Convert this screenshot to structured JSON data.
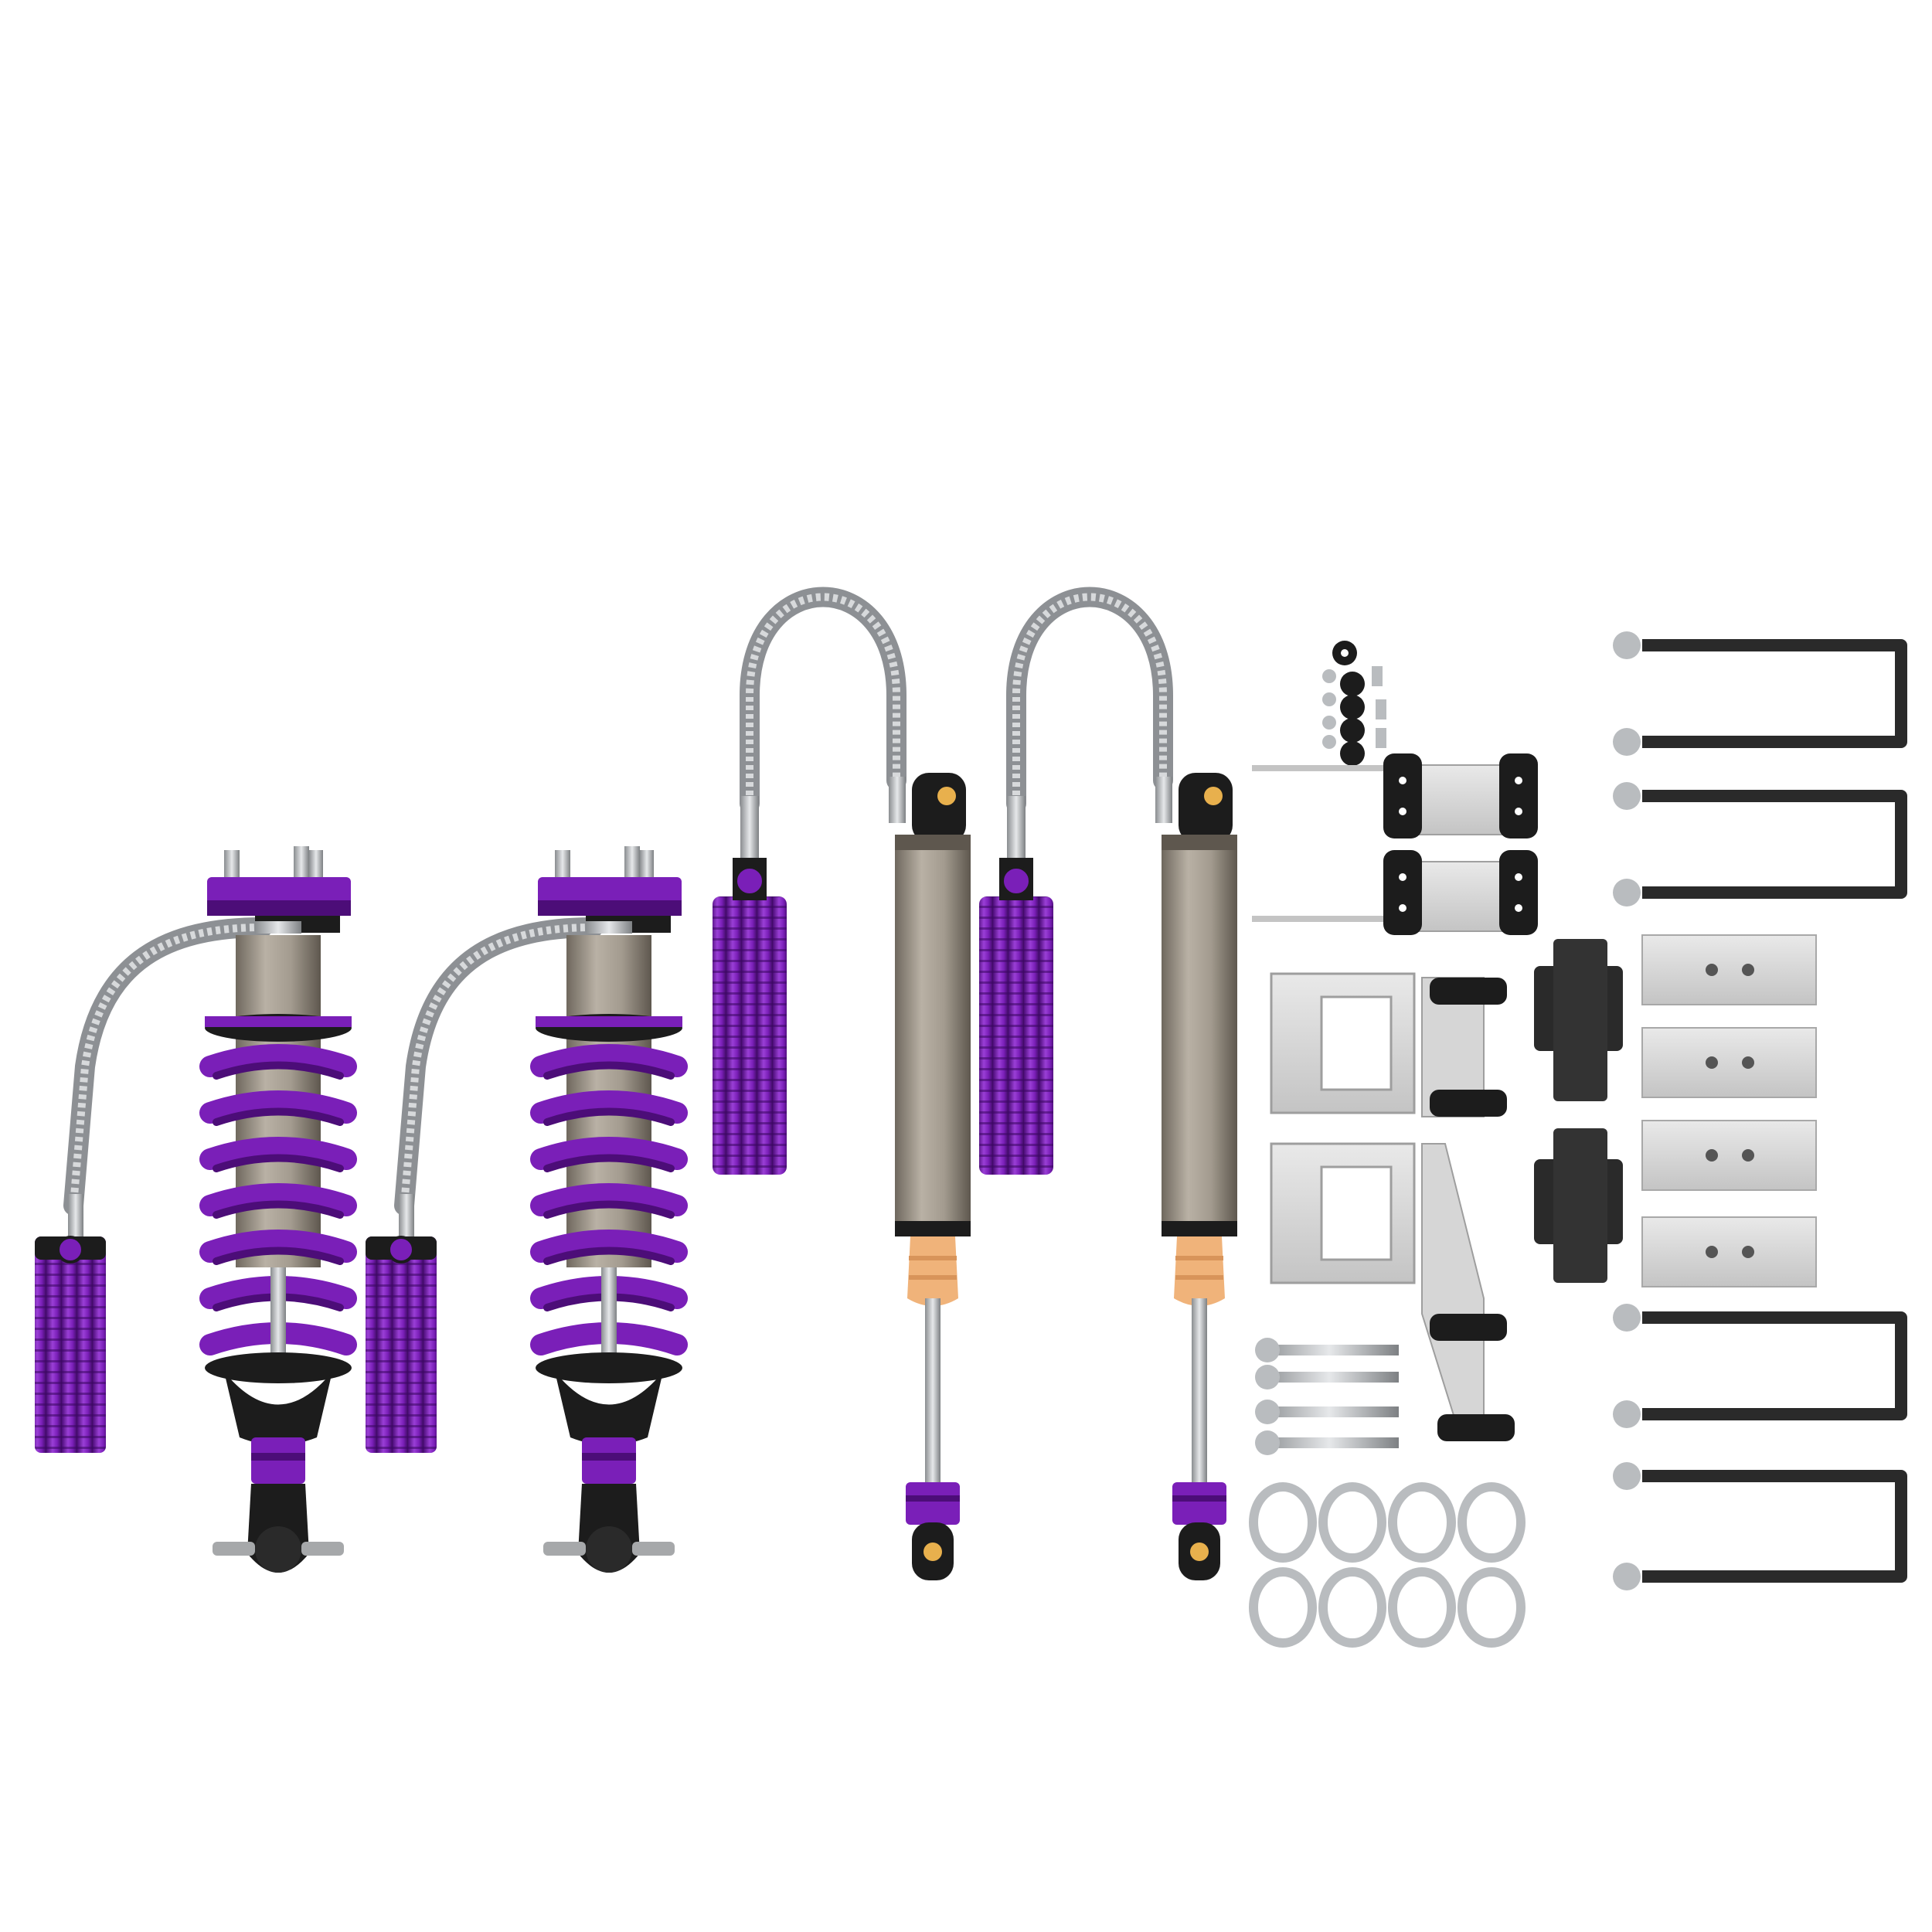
{
  "scene": {
    "background": "#ffffff",
    "parts": [
      {
        "name": "front-coilover-left",
        "kind": "coilover"
      },
      {
        "name": "front-coilover-right",
        "kind": "coilover"
      },
      {
        "name": "rear-shock-left",
        "kind": "remote-reservoir-shock"
      },
      {
        "name": "rear-shock-right",
        "kind": "remote-reservoir-shock"
      },
      {
        "name": "hardware-nuts-washers",
        "kind": "small-hardware"
      },
      {
        "name": "reservoir-mount-brackets",
        "kind": "bracket",
        "count": 2
      },
      {
        "name": "shock-mount-plates",
        "kind": "bracket",
        "count": 2
      },
      {
        "name": "bump-stops",
        "kind": "rubber-block",
        "count": 2
      },
      {
        "name": "lift-blocks",
        "kind": "aluminium-block",
        "count": 4
      },
      {
        "name": "bolts",
        "kind": "bolt",
        "count": 4
      },
      {
        "name": "hose-clamps",
        "kind": "clamp",
        "count": 8
      },
      {
        "name": "u-bolts",
        "kind": "u-bolt",
        "count": 4
      }
    ],
    "colors": {
      "purple": "#7a1fb8",
      "purple_dark": "#4c0d78",
      "body_metal": "#a79f93",
      "body_metal_dark": "#6f685e",
      "black": "#1c1c1c",
      "steel": "#c9cbcd",
      "bumpstop": "#f0b37a"
    }
  }
}
